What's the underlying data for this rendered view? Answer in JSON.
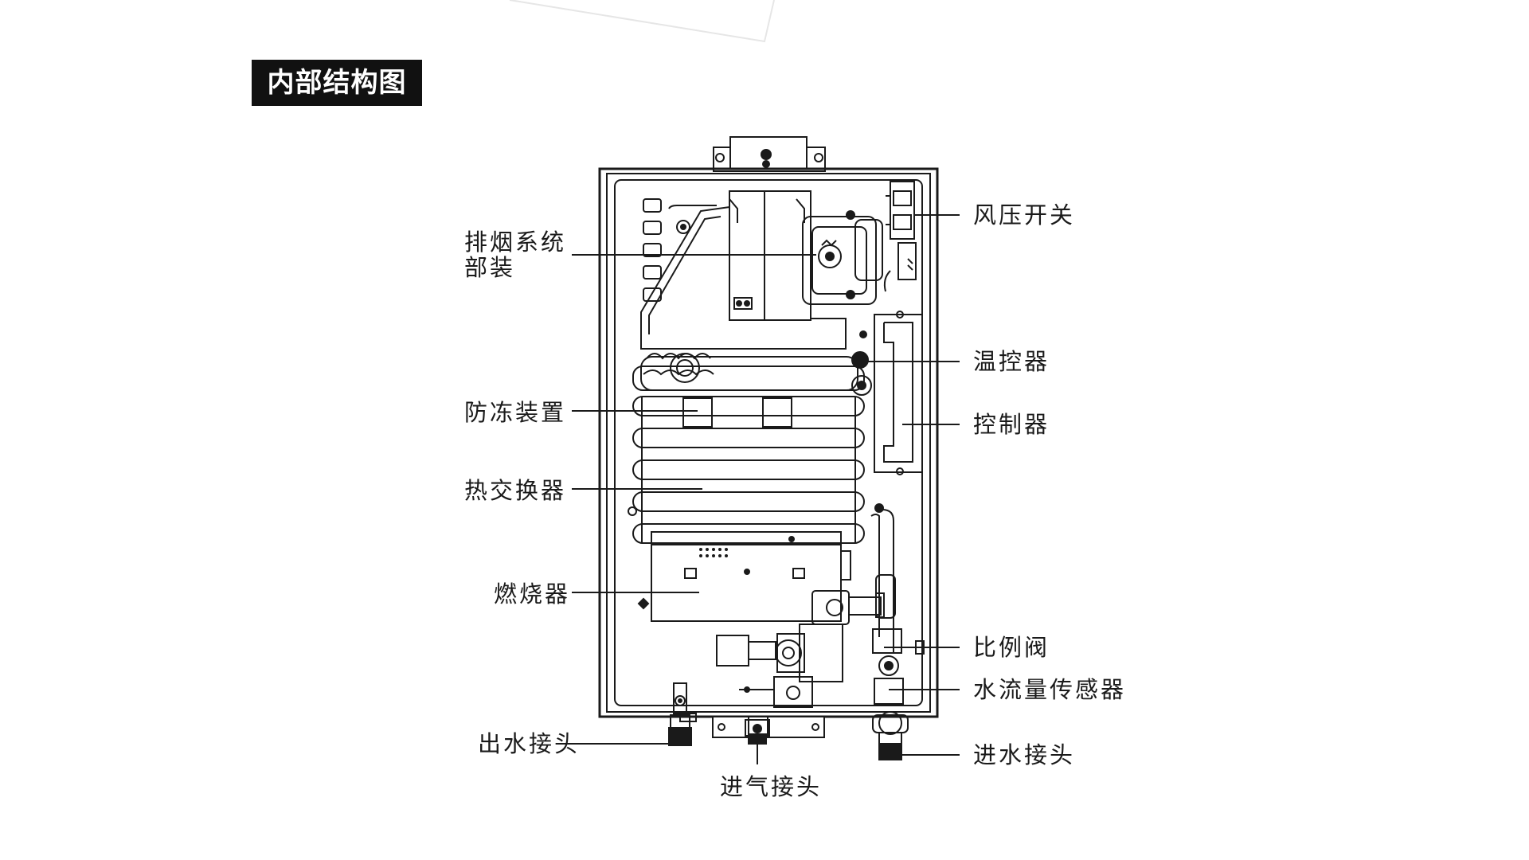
{
  "title": "内部结构图",
  "labels": {
    "exhaust_system": "排烟系统\n部装",
    "wind_pressure_switch": "风压开关",
    "thermostat": "温控器",
    "antifreeze_device": "防冻装置",
    "controller": "控制器",
    "heat_exchanger": "热交换器",
    "burner": "燃烧器",
    "proportional_valve": "比例阀",
    "water_flow_sensor": "水流量传感器",
    "water_outlet_connector": "出水接头",
    "gas_inlet_connector": "进气接头",
    "water_inlet_connector": "进水接头"
  },
  "colors": {
    "line": "#1a1a1a",
    "background": "#ffffff",
    "title_bg": "#111111",
    "title_fg": "#ffffff"
  }
}
